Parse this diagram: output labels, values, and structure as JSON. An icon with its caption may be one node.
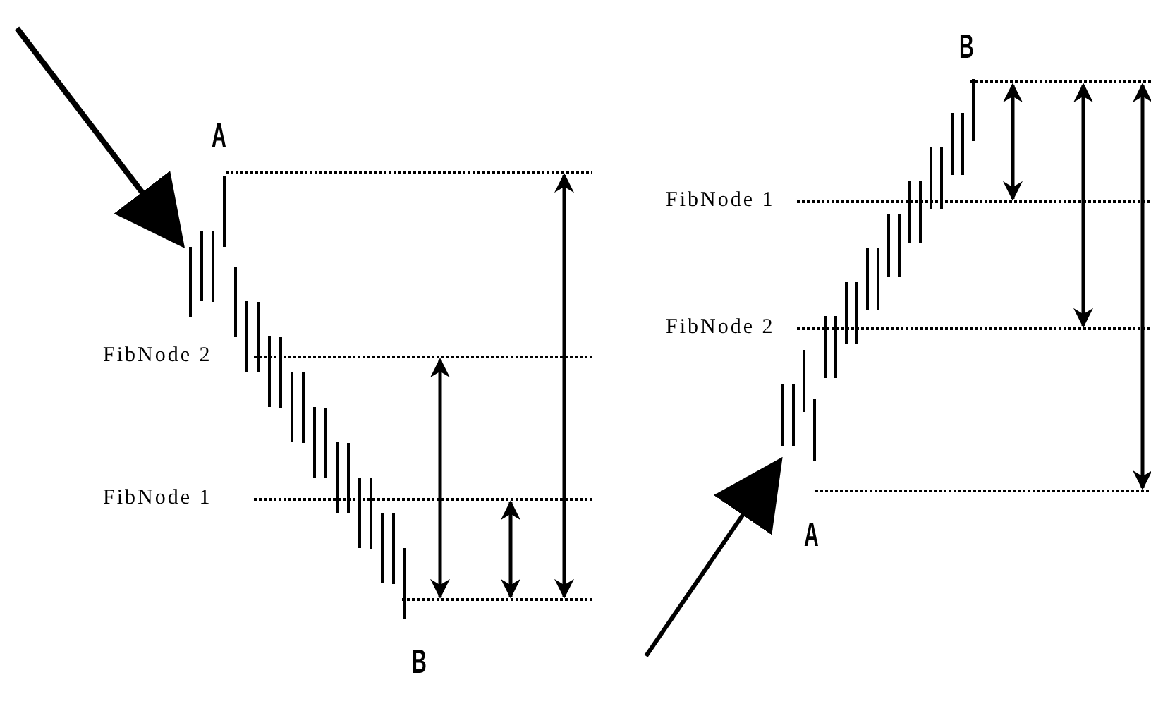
{
  "diagram": {
    "labels": [
      "A",
      "FibNode 2",
      "FibNode 1",
      "B",
      "B",
      "FibNode 1",
      "FibNode 2",
      "A"
    ]
  }
}
